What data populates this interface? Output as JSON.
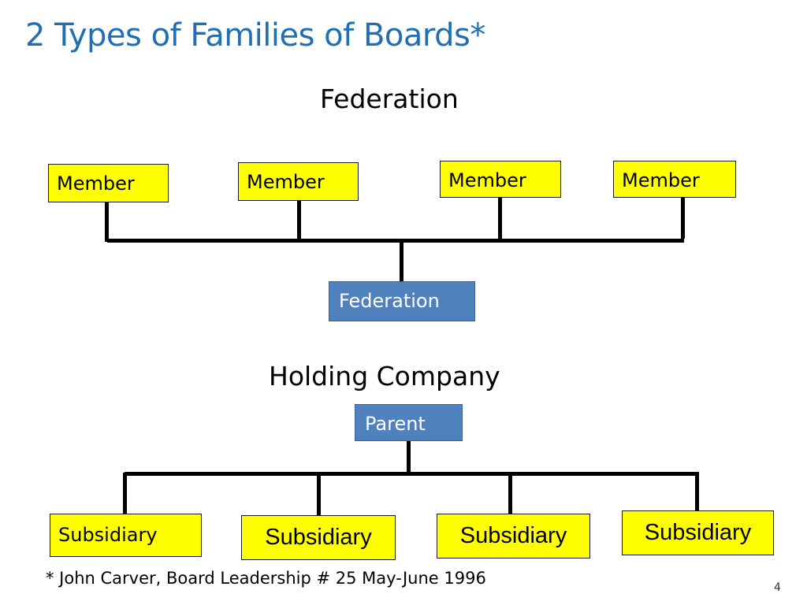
{
  "title": "2 Types of Families of Boards*",
  "federation": {
    "heading": "Federation",
    "members": [
      "Member",
      "Member",
      "Member",
      "Member"
    ],
    "center_label": "Federation"
  },
  "holding": {
    "heading": "Holding Company",
    "parent_label": "Parent",
    "subsidiaries": [
      "Subsidiary",
      "Subsidiary",
      "Subsidiary",
      "Subsidiary"
    ]
  },
  "footnote": "*  John Carver, Board Leadership # 25 May-June 1996",
  "page_number": "4",
  "colors": {
    "title": "#1f6fb2",
    "member_fill": "#ffff00",
    "blue_fill": "#4f81bd",
    "blue_text": "#ffffff"
  }
}
